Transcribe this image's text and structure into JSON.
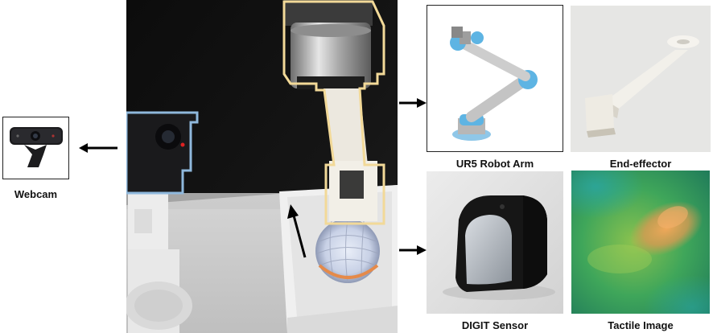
{
  "labels": {
    "webcam": "Webcam",
    "ur5": "UR5 Robot Arm",
    "end_effector": "End-effector",
    "digit": "DIGIT Sensor",
    "tactile": "Tactile Image"
  },
  "colors": {
    "webcam_outline": "#8fb8dc",
    "arm_outline": "#f2d998",
    "arrow": "#000000"
  },
  "icons": [
    "webcam-icon",
    "robot-arm-icon",
    "end-effector-icon",
    "digit-sensor-icon",
    "tactile-image",
    "arrow-icon"
  ]
}
